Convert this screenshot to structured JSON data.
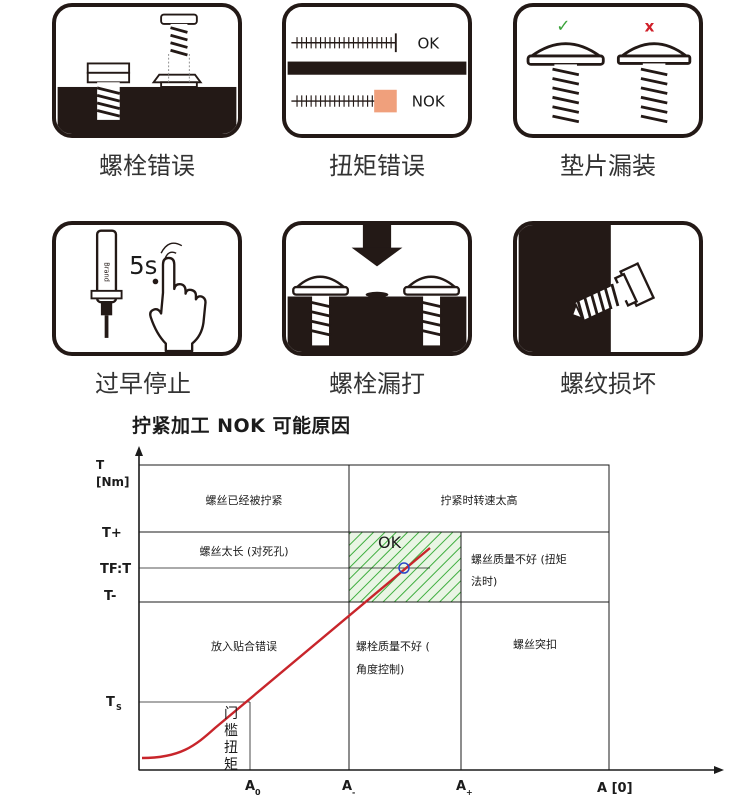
{
  "tiles": [
    {
      "caption": "螺栓错误"
    },
    {
      "caption": "扭矩错误",
      "ok_label": "OK",
      "nok_label": "NOK"
    },
    {
      "caption": "垫片漏装",
      "check_mark": "✓",
      "cross_mark": "x"
    },
    {
      "caption": "过早停止",
      "timer_label": "5s",
      "tool_brand": "Brand"
    },
    {
      "caption": "螺栓漏打"
    },
    {
      "caption": "螺纹损坏"
    }
  ],
  "diagram": {
    "title": "拧紧加工 NOK 可能原因",
    "y_axis_label": "T",
    "y_axis_unit": "[Nm]",
    "x_axis_label": "A [0]",
    "y_ticks": {
      "t_plus": "T+",
      "tf_t": "TF:T",
      "t_minus": "T-",
      "ts": "T",
      "ts_sub": "S"
    },
    "x_ticks": {
      "a0": "A",
      "a0_sub": "0",
      "a_minus": "A",
      "a_minus_sub": "-",
      "a_plus": "A",
      "a_plus_sub": "+"
    },
    "regions": {
      "top_left": "螺丝已经被拧紧",
      "top_right": "拧紧时转速太高",
      "mid_left": "螺丝太长 (对死孔)",
      "ok": "OK",
      "mid_right_line1": "螺丝质量不好 (扭矩",
      "mid_right_line2": "法时)",
      "low_left": "放入贴合错误",
      "low_mid_line1": "螺栓质量不好 (",
      "low_mid_line2": "角度控制)",
      "low_right": "螺丝突扣",
      "threshold": [
        "门",
        "槛",
        "扭",
        "矩"
      ]
    },
    "colors": {
      "curve": "#c8252b",
      "ok_hatch": "#3fae3f",
      "marker": "#2a48c6",
      "grid": "#1b1b1b",
      "nok_block": "#f0a07c"
    }
  }
}
